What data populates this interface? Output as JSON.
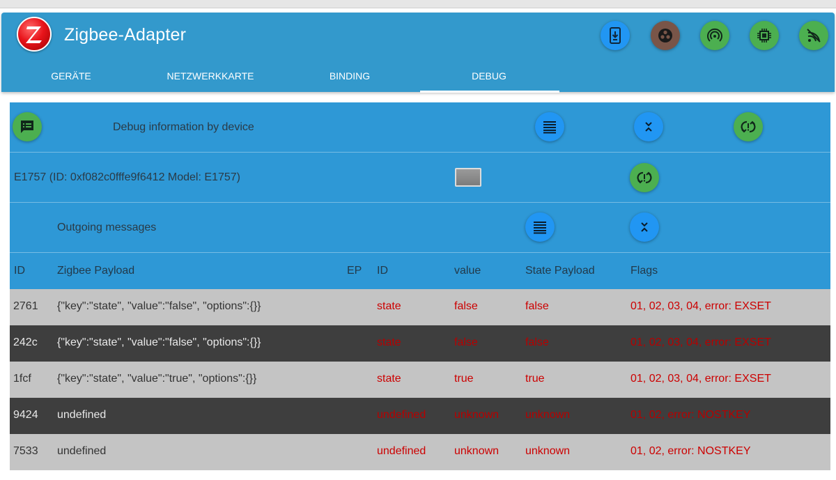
{
  "app": {
    "title": "Zigbee-Adapter",
    "logo_letter": "Z",
    "toolbar_icons": [
      {
        "name": "download-device-icon",
        "color": "#2196f3"
      },
      {
        "name": "devices-cluster-icon",
        "color": "#795548"
      },
      {
        "name": "pairing-signal-icon",
        "color": "#4caf50"
      },
      {
        "name": "chip-icon",
        "color": "#4caf50"
      },
      {
        "name": "wireless-off-icon",
        "color": "#4caf50"
      }
    ]
  },
  "tabs": [
    {
      "label": "GERÄTE"
    },
    {
      "label": "NETZWERKKARTE"
    },
    {
      "label": "BINDING"
    },
    {
      "label": "DEBUG",
      "active": true
    }
  ],
  "debug": {
    "header_text": "Debug information by device",
    "device_text": "E1757 (ID: 0xf082c0fffe9f6412 Model: E1757)",
    "outgoing_text": "Outgoing messages"
  },
  "table": {
    "headers": [
      "ID",
      "Zigbee Payload",
      "EP",
      "ID",
      "value",
      "State Payload",
      "Flags"
    ],
    "rows": [
      {
        "id": "2761",
        "payload": "{\"key\":\"state\", \"value\":\"false\", \"options\":{}}",
        "ep": "",
        "sid": "state",
        "value": "false",
        "state_payload": "false",
        "flags": "01, 02, 03, 04, error: EXSET",
        "shade": "light"
      },
      {
        "id": "242c",
        "payload": "{\"key\":\"state\", \"value\":\"false\", \"options\":{}}",
        "ep": "",
        "sid": "state",
        "value": "false",
        "state_payload": "false",
        "flags": "01, 02, 03, 04, error: EXSET",
        "shade": "dark"
      },
      {
        "id": "1fcf",
        "payload": "{\"key\":\"state\", \"value\":\"true\", \"options\":{}}",
        "ep": "",
        "sid": "state",
        "value": "true",
        "state_payload": "true",
        "flags": "01, 02, 03, 04, error: EXSET",
        "shade": "light"
      },
      {
        "id": "9424",
        "payload": "undefined",
        "ep": "",
        "sid": "undefined",
        "value": "unknown",
        "state_payload": "unknown",
        "flags": "01, 02, error: NOSTKEY",
        "shade": "dark"
      },
      {
        "id": "7533",
        "payload": "undefined",
        "ep": "",
        "sid": "undefined",
        "value": "unknown",
        "state_payload": "unknown",
        "flags": "01, 02, error: NOSTKEY",
        "shade": "light"
      }
    ]
  },
  "colors": {
    "app_bar": "#3399cc",
    "panel": "#2e98d6",
    "accent_blue": "#2196f3",
    "accent_green": "#4caf50",
    "error_red": "#cc0000"
  }
}
